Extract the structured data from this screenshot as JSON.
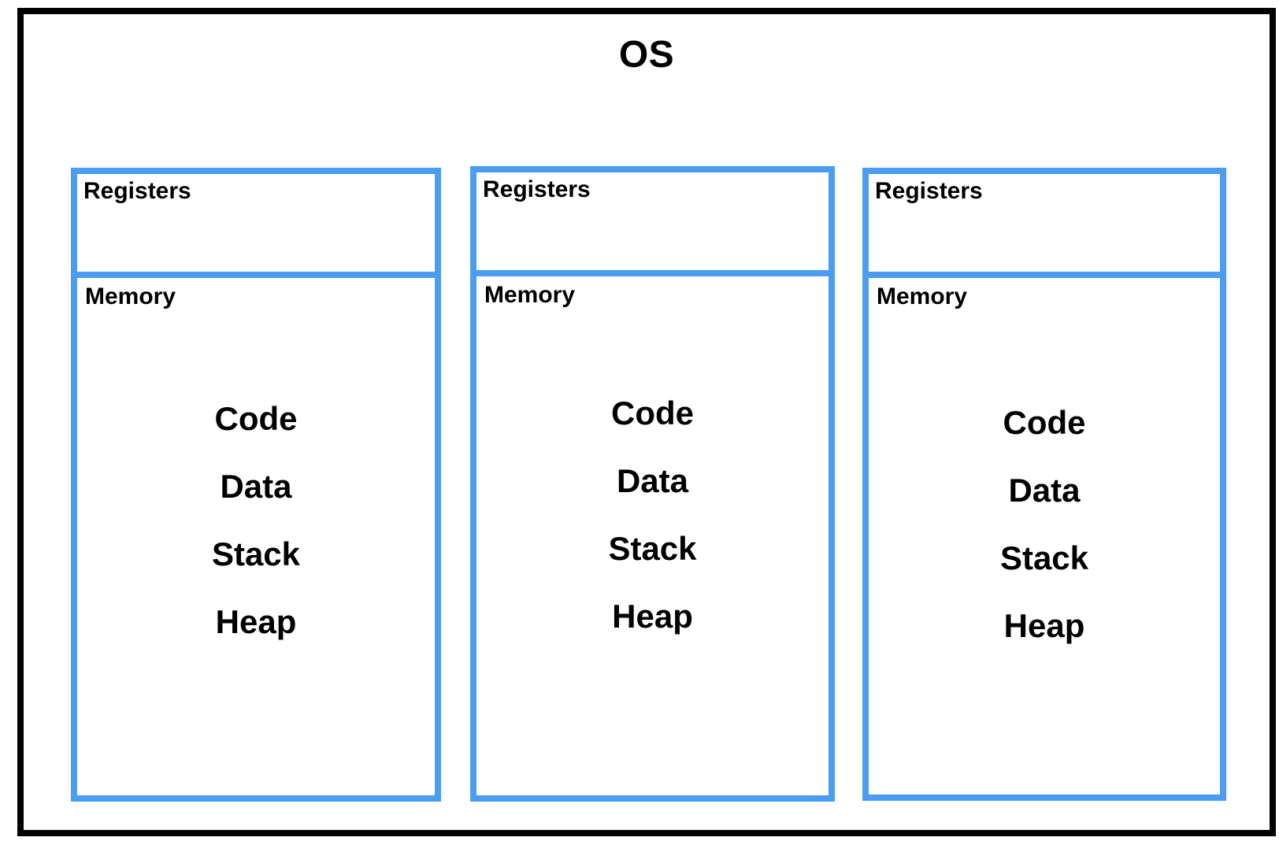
{
  "diagram": {
    "title": "OS",
    "colors": {
      "frame_border": "#000000",
      "process_box_border": "#4A9DF3",
      "text": "#000000",
      "background": "#FFFFFF"
    },
    "processes": [
      {
        "registers_label": "Registers",
        "memory_label": "Memory",
        "memory_items": [
          "Code",
          "Data",
          "Stack",
          "Heap"
        ]
      },
      {
        "registers_label": "Registers",
        "memory_label": "Memory",
        "memory_items": [
          "Code",
          "Data",
          "Stack",
          "Heap"
        ]
      },
      {
        "registers_label": "Registers",
        "memory_label": "Memory",
        "memory_items": [
          "Code",
          "Data",
          "Stack",
          "Heap"
        ]
      }
    ]
  }
}
